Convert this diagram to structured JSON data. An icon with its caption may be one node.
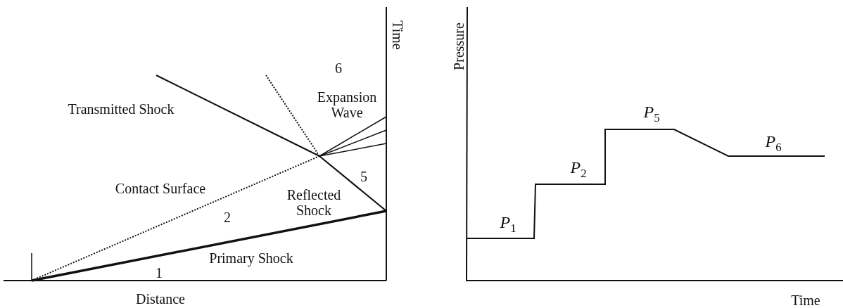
{
  "diagram": {
    "labels": [
      "Time",
      "6",
      "Expansion Wave",
      "Transmitted Shock",
      "5",
      "Contact Surface",
      "Reflected Shock",
      "2",
      "Primary Shock",
      "1",
      "Distance",
      "Pressure",
      "*P*$_{5}$",
      "*P*$_{6}$",
      "*P*$_{2}$",
      "*P*$_{1}$",
      "Time"
    ]
  }
}
